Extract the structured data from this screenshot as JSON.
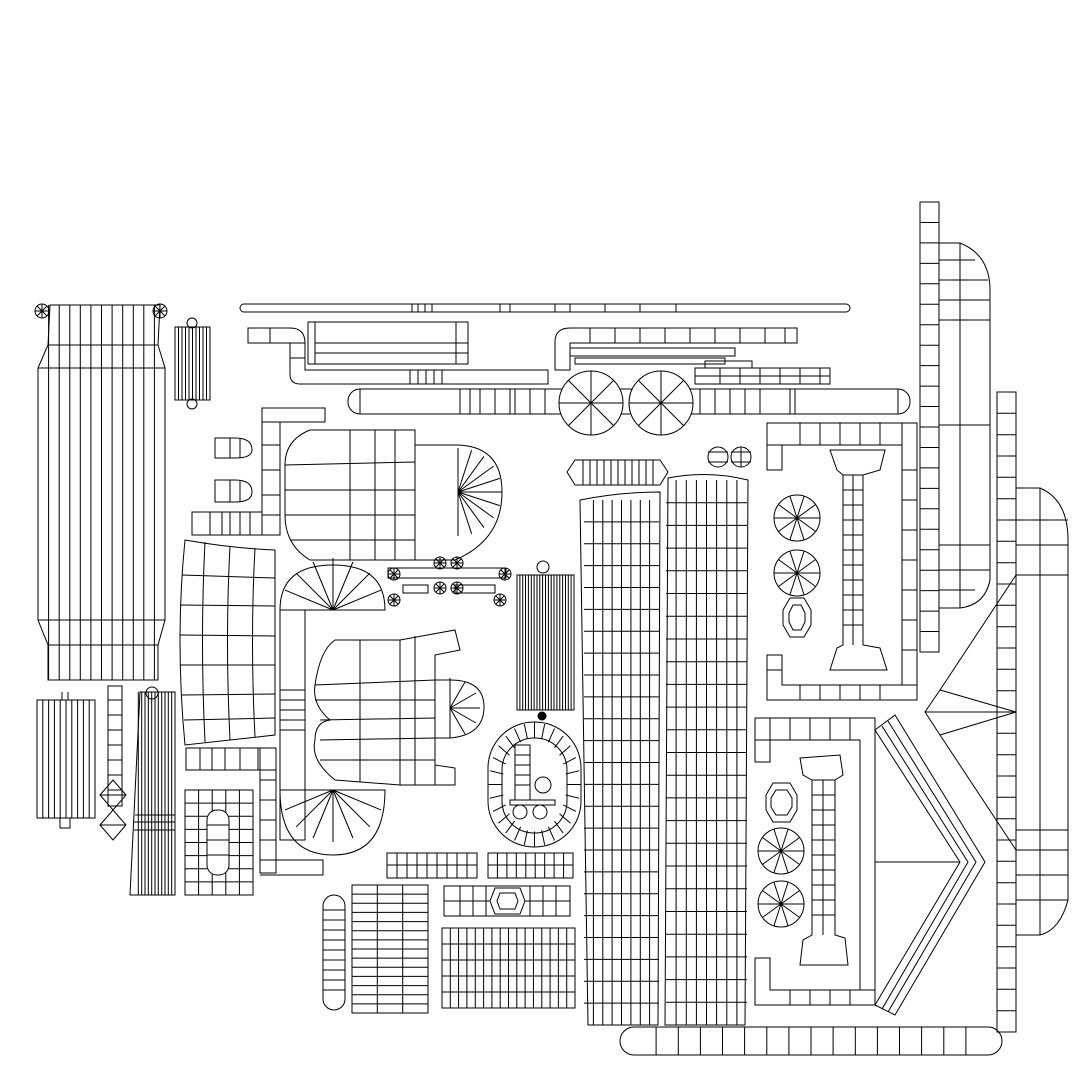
{
  "diagram": {
    "kind": "uv-wireframe-layout",
    "background_color": "#ffffff",
    "line_color": "#000000",
    "visible_text": [],
    "islands": [
      {
        "name": "tall-cylinder-left",
        "shape": "cylinder"
      },
      {
        "name": "small-cylinder-top",
        "shape": "cylinder"
      },
      {
        "name": "long-rod-top",
        "shape": "rod"
      },
      {
        "name": "bent-tube-left",
        "shape": "tube"
      },
      {
        "name": "bent-tube-right",
        "shape": "tube"
      },
      {
        "name": "capsule-strip",
        "shape": "capsule"
      },
      {
        "name": "round-caps-pair",
        "shape": "fan"
      },
      {
        "name": "hull-large",
        "shape": "hull"
      },
      {
        "name": "curved-panel",
        "shape": "panel"
      },
      {
        "name": "dome-top",
        "shape": "dome"
      },
      {
        "name": "hull-medium",
        "shape": "hull"
      },
      {
        "name": "dome-bottom",
        "shape": "dome"
      },
      {
        "name": "ribbed-strip-center",
        "shape": "strip"
      },
      {
        "name": "oval-ring",
        "shape": "ring"
      },
      {
        "name": "long-vertical-strip-a",
        "shape": "strip"
      },
      {
        "name": "long-vertical-strip-b",
        "shape": "strip"
      },
      {
        "name": "u-frame-upper",
        "shape": "frame"
      },
      {
        "name": "u-frame-lower",
        "shape": "frame"
      },
      {
        "name": "side-panel-right",
        "shape": "panel"
      },
      {
        "name": "chevron-panel",
        "shape": "panel"
      },
      {
        "name": "bottom-capsule",
        "shape": "capsule"
      },
      {
        "name": "grid-blocks-bottom",
        "shape": "grid"
      }
    ]
  }
}
